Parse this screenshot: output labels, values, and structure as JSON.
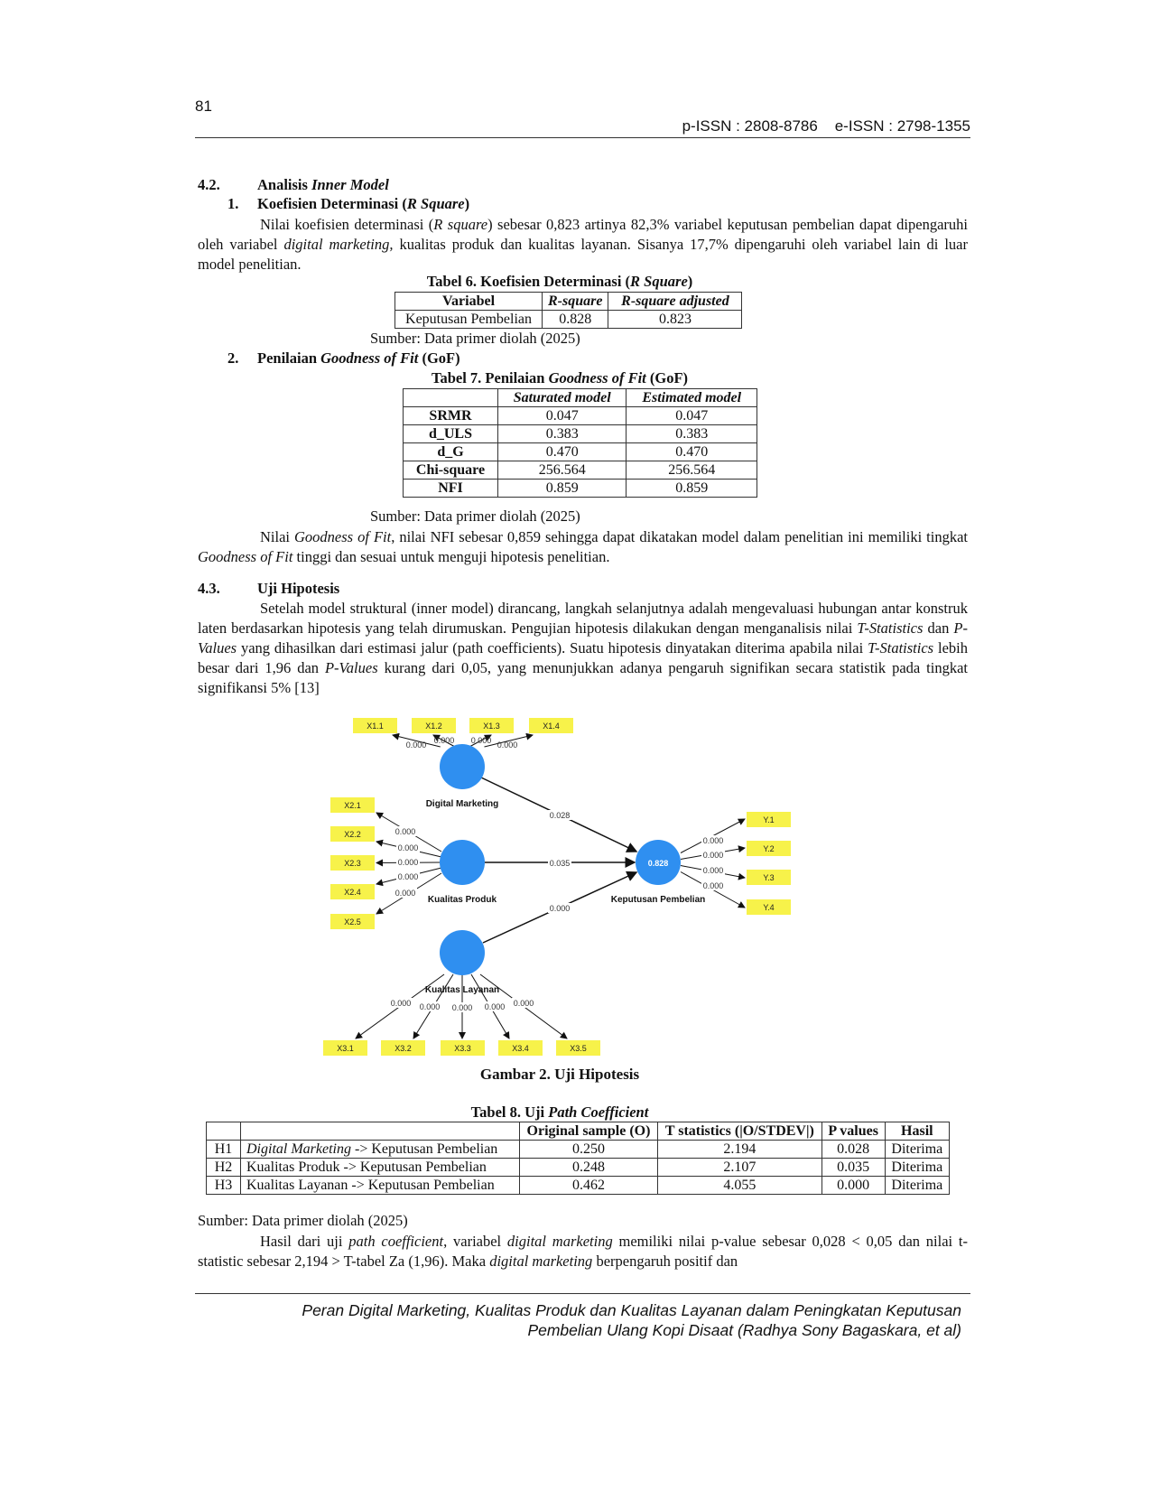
{
  "header": {
    "page_number": "81",
    "issn": "p-ISSN : 2808-8786    e-ISSN : 2798-1355"
  },
  "s42": {
    "num": "4.2.",
    "title_a": "Analisis ",
    "title_b": "Inner Model"
  },
  "s1": {
    "num": "1.",
    "title_a": "Koefisien Determinasi (",
    "title_b": "R Square",
    "title_c": ")"
  },
  "p1": {
    "a": "Nilai koefisien determinasi (",
    "b": "R square",
    "c": ") sebesar 0,823 artinya 82,3% variabel keputusan pembelian dapat dipengaruhi oleh variabel ",
    "d": "digital marketing,",
    "e": " kualitas produk dan kualitas layanan. Sisanya 17,7% dipengaruhi oleh variabel lain di luar model penelitian."
  },
  "t6": {
    "caption_a": "Tabel 6. Koefisien Determinasi (",
    "caption_b": "R Square",
    "caption_c": ")",
    "headers": [
      "Variabel",
      "R-square",
      "R-square adjusted"
    ],
    "row": [
      "Keputusan Pembelian",
      "0.828",
      "0.823"
    ],
    "source": "Sumber: Data primer diolah (2025)"
  },
  "s2": {
    "num": "2.",
    "title_a": "Penilaian ",
    "title_b": "Goodness of Fit",
    "title_c": " (GoF)"
  },
  "t7": {
    "caption_a": "Tabel 7. Penilaian ",
    "caption_b": "Goodness of Fit",
    "caption_c": " (GoF)",
    "headers": [
      "",
      "Saturated model",
      "Estimated model"
    ],
    "rows": [
      [
        "SRMR",
        "0.047",
        "0.047"
      ],
      [
        "d_ULS",
        "0.383",
        "0.383"
      ],
      [
        "d_G",
        "0.470",
        "0.470"
      ],
      [
        "Chi-square",
        "256.564",
        "256.564"
      ],
      [
        "NFI",
        "0.859",
        "0.859"
      ]
    ],
    "source": "Sumber: Data primer diolah (2025)"
  },
  "p2": {
    "a": "Nilai ",
    "b": "Goodness of Fit",
    "c": ", nilai NFI sebesar 0,859 sehingga dapat dikatakan model dalam penelitian ini memiliki tingkat ",
    "d": "Goodness of Fit",
    "e": " tinggi dan sesuai untuk menguji hipotesis penelitian."
  },
  "s43": {
    "num": "4.3.",
    "title": "Uji Hipotesis"
  },
  "p3": {
    "a": "Setelah model struktural (inner model) dirancang, langkah selanjutnya adalah mengevaluasi hubungan antar konstruk laten berdasarkan hipotesis yang telah dirumuskan. Pengujian hipotesis dilakukan dengan menganalisis nilai ",
    "b": "T-Statistics",
    "c": " dan ",
    "d": "P-Values",
    "e": " yang dihasilkan dari estimasi jalur (path coefficients). Suatu hipotesis dinyatakan diterima apabila nilai ",
    "f": "T-Statistics",
    "g": " lebih besar dari 1,96 dan ",
    "h": "P-Values",
    "i": " kurang dari 0,05, yang menunjukkan adanya pengaruh signifikan secara statistik pada tingkat signifikansi 5% [13]"
  },
  "diagram": {
    "constructs": {
      "dm": "Digital Marketing",
      "kp": "Kualitas Produk",
      "kl": "Kualitas Layanan",
      "kpb": "Keputusan Pembelian",
      "r2": "0.828"
    },
    "x1": [
      "X1.1",
      "X1.2",
      "X1.3",
      "X1.4"
    ],
    "x1_p": [
      "0.000",
      "0.000",
      "0.000",
      "0.000"
    ],
    "x2": [
      "X2.1",
      "X2.2",
      "X2.3",
      "X2.4",
      "X2.5"
    ],
    "x2_p": [
      "0.000",
      "0.000",
      "0.000",
      "0.000",
      "0.000"
    ],
    "x3": [
      "X3.1",
      "X3.2",
      "X3.3",
      "X3.4",
      "X3.5"
    ],
    "x3_p": [
      "0.000",
      "0.000",
      "0.000",
      "0.000",
      "0.000"
    ],
    "y": [
      "Y.1",
      "Y.2",
      "Y.3",
      "Y.4"
    ],
    "y_p": [
      "0.000",
      "0.000",
      "0.000",
      "0.000"
    ],
    "paths": {
      "dm": "0.028",
      "kp": "0.035",
      "kl": "0.000"
    },
    "box_color": "#f7f24a",
    "node_color": "#2f8ff0"
  },
  "figure_caption": "Gambar 2. Uji Hipotesis",
  "t8": {
    "caption_a": "Tabel 8. Uji ",
    "caption_b": "Path Coefficient",
    "headers": [
      "",
      "",
      "Original sample (O)",
      "T statistics (|O/STDEV|)",
      "P values",
      "Hasil"
    ],
    "rows": [
      {
        "h": "H1",
        "rel_a": "Digital Marketing",
        "rel_b": " -> Keputusan Pembelian",
        "o": "0.250",
        "t": "2.194",
        "p": "0.028",
        "r": "Diterima"
      },
      {
        "h": "H2",
        "rel_a": "",
        "rel_b": "Kualitas Produk -> Keputusan Pembelian",
        "o": "0.248",
        "t": "2.107",
        "p": "0.035",
        "r": "Diterima"
      },
      {
        "h": "H3",
        "rel_a": "",
        "rel_b": "Kualitas Layanan -> Keputusan Pembelian",
        "o": "0.462",
        "t": "4.055",
        "p": "0.000",
        "r": "Diterima"
      }
    ],
    "source": "Sumber: Data primer diolah (2025)"
  },
  "p4": {
    "a": "Hasil dari uji ",
    "b": "path coefficient",
    "c": ", variabel ",
    "d": "digital marketing",
    "e": " memiliki nilai p-value sebesar 0,028 < 0,05 dan nilai t-statistic sebesar 2,194 > T-tabel Za (1,96). Maka ",
    "f": "digital marketing",
    "g": " berpengaruh positif dan"
  },
  "footer": {
    "line1": "Peran Digital Marketing, Kualitas Produk dan Kualitas Layanan dalam Peningkatan Keputusan",
    "line2": "Pembelian Ulang Kopi Disaat  (Radhya Sony Bagaskara, et al)"
  }
}
